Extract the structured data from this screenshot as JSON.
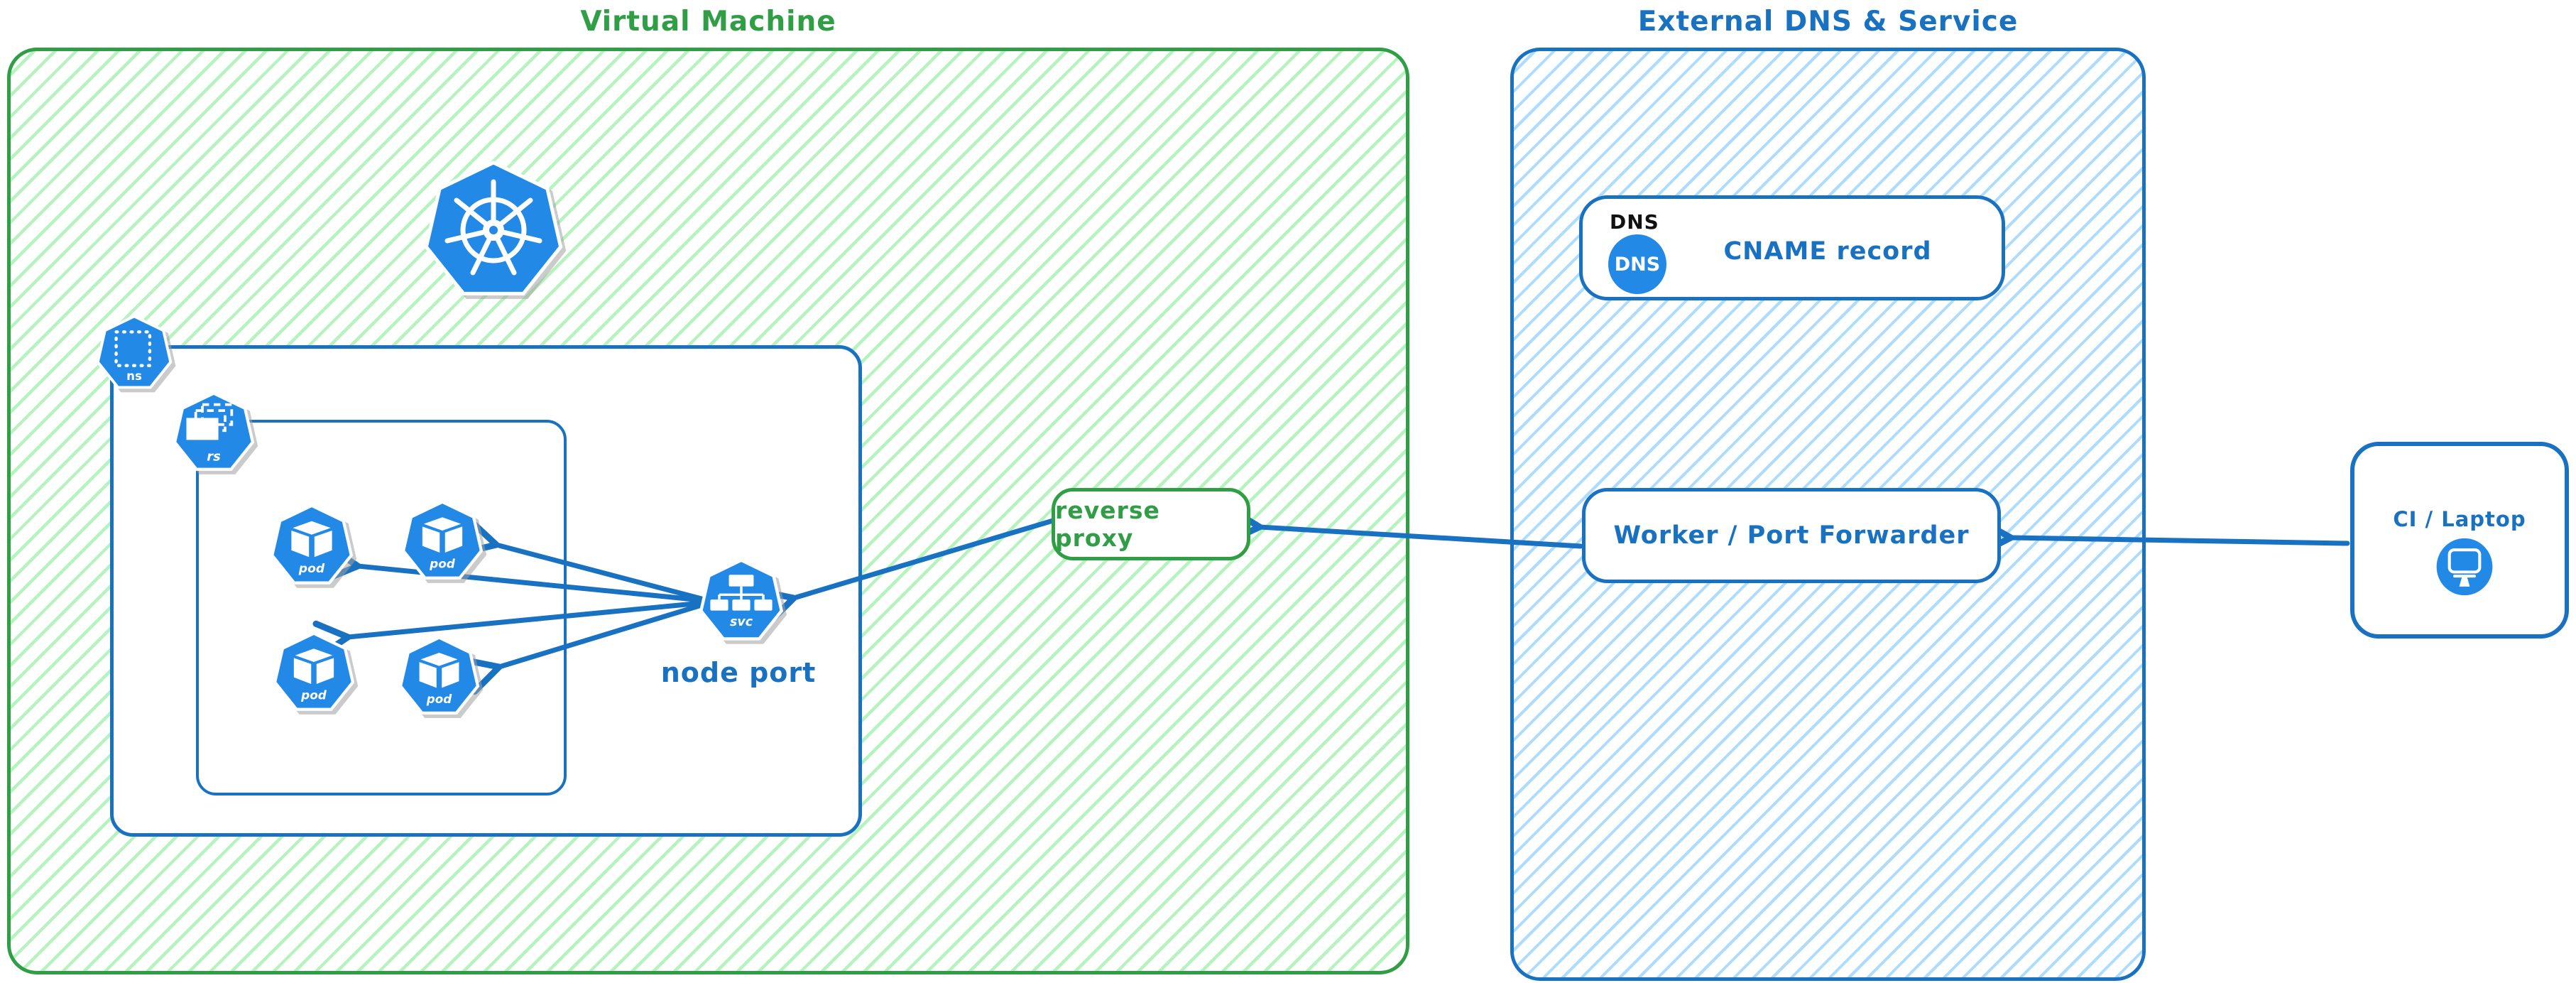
{
  "diagram": {
    "vm": {
      "title": "Virtual Machine",
      "kubernetes_logo_icon": "kubernetes-wheel",
      "namespace": {
        "label": "ns"
      },
      "replicaset": {
        "label": "rs"
      },
      "pods": [
        {
          "label": "pod"
        },
        {
          "label": "pod"
        },
        {
          "label": "pod"
        },
        {
          "label": "pod"
        }
      ],
      "service": {
        "label": "svc",
        "caption": "node port"
      },
      "reverse_proxy": {
        "label": "reverse proxy"
      }
    },
    "external": {
      "title": "External DNS & Service",
      "dns": {
        "frame_label": "DNS",
        "badge_label": "DNS",
        "record_label": "CNAME record"
      },
      "worker": {
        "label": "Worker / Port Forwarder"
      }
    },
    "client": {
      "label": "CI / Laptop",
      "icon": "monitor"
    },
    "connections": [
      {
        "from": "ci-laptop",
        "to": "worker-port-forwarder"
      },
      {
        "from": "worker-port-forwarder",
        "to": "reverse-proxy"
      },
      {
        "from": "reverse-proxy",
        "to": "node-port-service"
      },
      {
        "from": "node-port-service",
        "to": "pod-1"
      },
      {
        "from": "node-port-service",
        "to": "pod-2"
      },
      {
        "from": "node-port-service",
        "to": "pod-3"
      },
      {
        "from": "node-port-service",
        "to": "pod-4"
      }
    ],
    "colors": {
      "green_stroke": "#2f9e44",
      "green_hatch": "#b2f2bb",
      "blue_stroke": "#1971c2",
      "blue_hatch": "#a5d8ff",
      "icon_blue": "#2389e6",
      "dns_frame_text": "#111111",
      "background": "#ffffff"
    }
  }
}
